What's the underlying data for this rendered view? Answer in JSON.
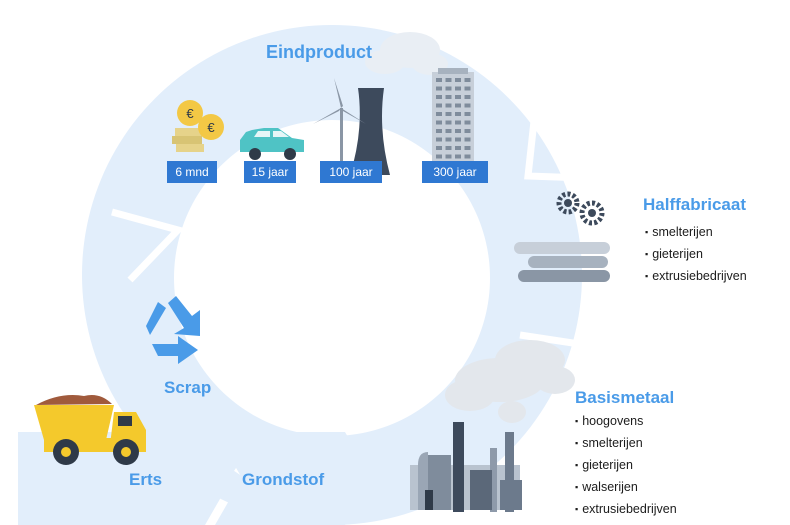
{
  "stages": {
    "eindproduct": {
      "title": "Eindproduct"
    },
    "halffabricaat": {
      "title": "Halffabricaat",
      "items": [
        "smelterijen",
        "gieterijen",
        "extrusiebedrijven"
      ]
    },
    "basismetaal": {
      "title": "Basismetaal",
      "items": [
        "hoogovens",
        "smelterijen",
        "gieterijen",
        "walserijen",
        "extrusiebedrijven"
      ]
    },
    "grondstof": {
      "title": "Grondstof"
    },
    "erts": {
      "title": "Erts"
    },
    "scrap": {
      "title": "Scrap"
    }
  },
  "lifespans": [
    {
      "label": "6 mnd",
      "icon": "coins-icon"
    },
    {
      "label": "15 jaar",
      "icon": "car-icon"
    },
    {
      "label": "100 jaar",
      "icon": "power-plant-icon"
    },
    {
      "label": "300 jaar",
      "icon": "skyscraper-icon"
    }
  ],
  "colors": {
    "ring": "#e2eefb",
    "accent": "#4a9be8",
    "tag": "#2f78d2",
    "truck": "#f4c92c",
    "factory": "#3d4a5c"
  }
}
